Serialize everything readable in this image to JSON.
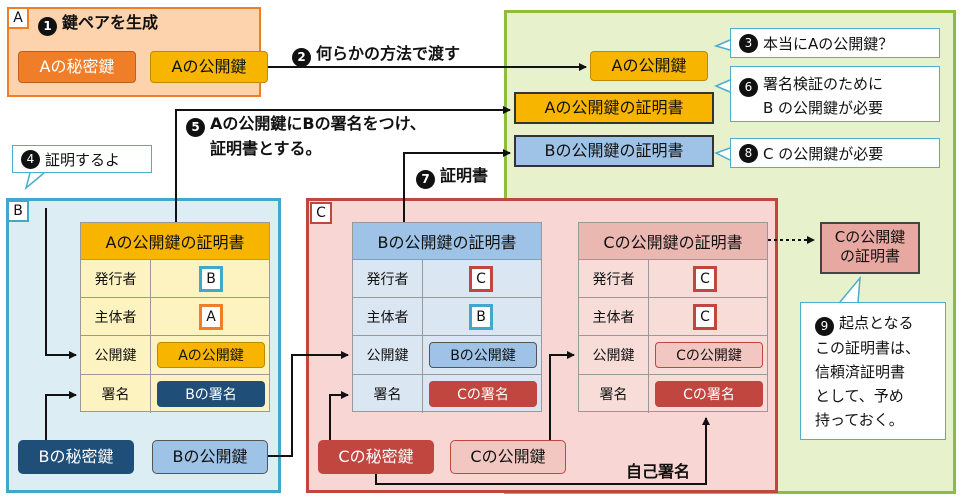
{
  "panels": {
    "a_label": "A",
    "b_label": "B",
    "c_label": "C"
  },
  "steps": {
    "s1": {
      "num": "1",
      "text": "鍵ペアを生成"
    },
    "s2": {
      "num": "2",
      "text": "何らかの方法で渡す"
    },
    "s3": {
      "num": "3",
      "text": "本当にAの公開鍵？"
    },
    "s4": {
      "num": "4",
      "text": "証明するよ"
    },
    "s5": {
      "num": "5",
      "line1": "Aの公開鍵にBの署名をつけ、",
      "line2": "証明書とする。"
    },
    "s6": {
      "num": "6",
      "line1": "署名検証のために",
      "line2": "B の公開鍵が必要"
    },
    "s7": {
      "num": "7",
      "text": "証明書"
    },
    "s8": {
      "num": "8",
      "text": "C の公開鍵が必要"
    },
    "s9": {
      "num": "9",
      "lines": [
        "起点となる",
        "この証明書は、",
        "信頼済証明書",
        "として、予め",
        "持っておく。"
      ]
    }
  },
  "keys": {
    "a_private": "Aの秘密鍵",
    "a_public": "Aの公開鍵",
    "a_public_received": "Aの公開鍵",
    "b_private": "Bの秘密鍵",
    "b_public": "Bの公開鍵",
    "c_private": "Cの秘密鍵",
    "c_public": "Cの公開鍵"
  },
  "received": {
    "cert_a": "Aの公開鍵の証明書",
    "cert_b": "Bの公開鍵の証明書"
  },
  "self_sign": "自己署名",
  "c_cert_external": {
    "line1": "Cの公開鍵",
    "line2": "の証明書"
  },
  "cert_fields": {
    "issuer": "発行者",
    "subject": "主体者",
    "pubkey": "公開鍵",
    "signature": "署名"
  },
  "certs": {
    "a": {
      "title": "Aの公開鍵の証明書",
      "issuer": "B",
      "subject": "A",
      "pubkey": "Aの公開鍵",
      "signature": "Bの署名"
    },
    "b": {
      "title": "Bの公開鍵の証明書",
      "issuer": "C",
      "subject": "B",
      "pubkey": "Bの公開鍵",
      "signature": "Cの署名"
    },
    "c": {
      "title": "Cの公開鍵の証明書",
      "issuer": "C",
      "subject": "C",
      "pubkey": "Cの公開鍵",
      "signature": "Cの署名"
    }
  },
  "colors": {
    "orange": "#f07e28",
    "yellow": "#f7b500",
    "green_border": "#8dbd3c",
    "green_fill": "#e6f0c8",
    "blue_border": "#40a8c8",
    "light_blue": "#9ec3e6",
    "navy": "#1f4e79",
    "red": "#c0463f",
    "pink": "#f2c7c2"
  }
}
